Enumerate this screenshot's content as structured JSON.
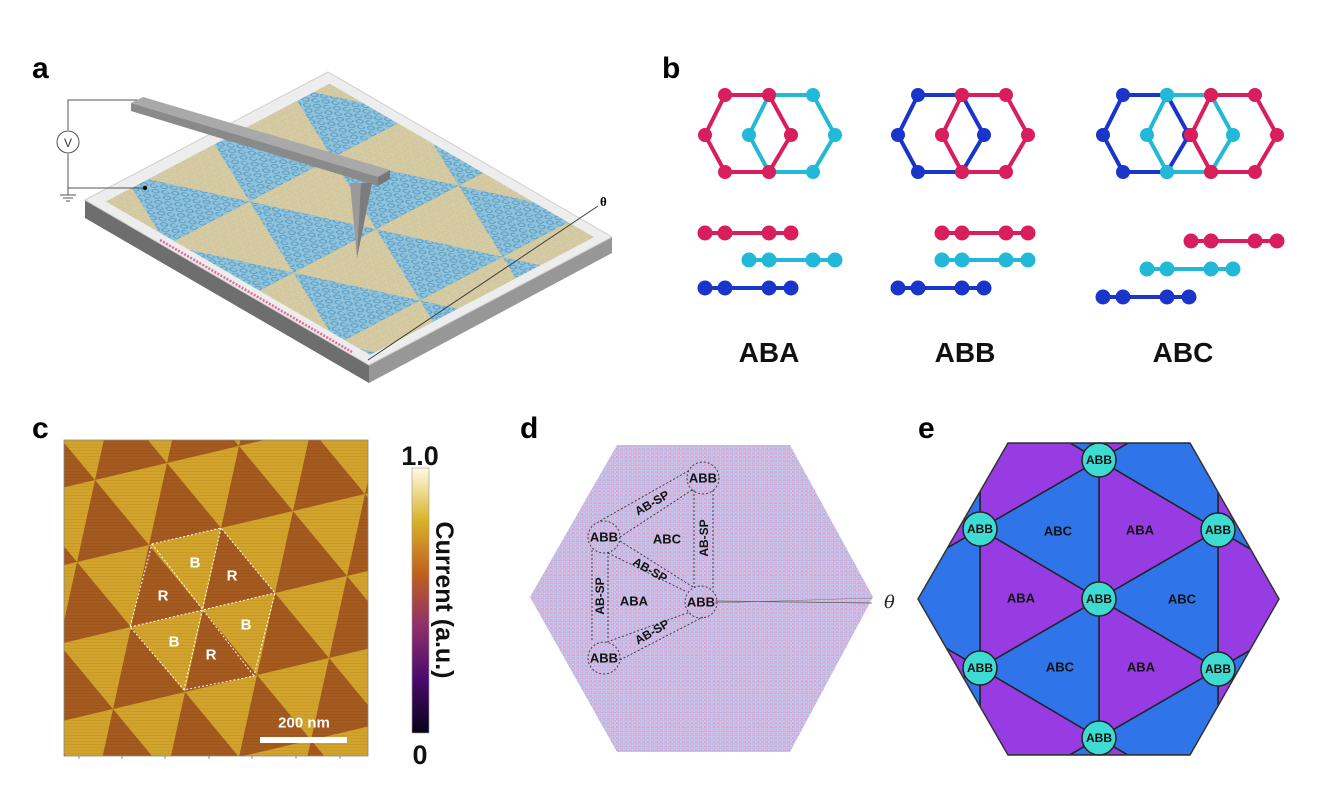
{
  "panels": {
    "a": "a",
    "b": "b",
    "c": "c",
    "d": "d",
    "e": "e"
  },
  "panel_a": {
    "voltage_symbol": "V",
    "angle_label": "θ"
  },
  "panel_b": {
    "stackings": [
      "ABA",
      "ABB",
      "ABC"
    ]
  },
  "panel_c": {
    "region_labels": [
      "B",
      "R",
      "R",
      "B",
      "B",
      "R"
    ],
    "scale_bar": "200 nm",
    "colorbar": {
      "max": "1.0",
      "min": "0",
      "label": "Current  (a.u.)"
    }
  },
  "panel_d": {
    "abb": [
      "ABB",
      "ABB",
      "ABB",
      "ABB"
    ],
    "regions": [
      "ABC",
      "ABA"
    ],
    "domain_walls": [
      "AB-SP",
      "AB-SP",
      "AB-SP",
      "AB-SP",
      "AB-SP"
    ],
    "angle_label": "θ"
  },
  "panel_e": {
    "regions": [
      "ABC",
      "ABA",
      "ABA",
      "ABC",
      "ABC",
      "ABA"
    ],
    "abb": [
      "ABB",
      "ABB",
      "ABB",
      "ABB",
      "ABB",
      "ABB",
      "ABB"
    ]
  },
  "colors": {
    "pink": "#d81e5b",
    "cyan": "#22b8d8",
    "blue": "#1a35c9",
    "afm_bright": "#d3a42c",
    "afm_dark": "#a55a1f",
    "e_purple": "#973be2",
    "e_blue": "#2f74e8",
    "e_abb": "#3ddbd2",
    "moire_tan": "#e3cc98",
    "graphene_blue": "#8fc2db"
  }
}
